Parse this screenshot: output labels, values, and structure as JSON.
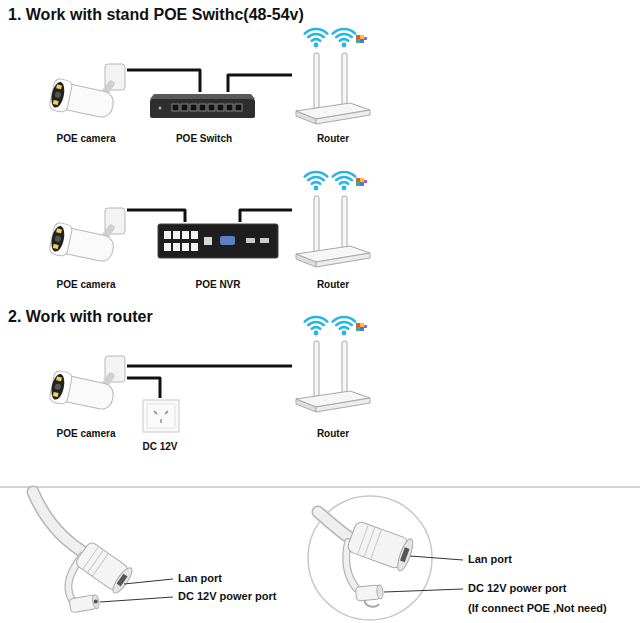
{
  "diagram": {
    "nodes": [
      {
        "text": [
          "POE camera"
        ]
      },
      {
        "text": [
          "POE Switch"
        ]
      },
      {
        "text": [
          "Router"
        ]
      },
      {
        "text": [
          "POE camera"
        ]
      },
      {
        "text": [
          "POE NVR"
        ]
      },
      {
        "text": [
          "Router"
        ]
      },
      {
        "text": [
          "POE camera"
        ]
      },
      {
        "text": [
          "DC 12V"
        ]
      },
      {
        "text": [
          "Router"
        ]
      }
    ],
    "edges": [
      {
        "from": 0,
        "to": 1,
        "arrow": "none"
      },
      {
        "from": 1,
        "to": 2,
        "arrow": "none"
      },
      {
        "from": 3,
        "to": 4,
        "arrow": "none"
      },
      {
        "from": 4,
        "to": 5,
        "arrow": "none"
      },
      {
        "from": 6,
        "to": 8,
        "arrow": "none"
      },
      {
        "from": 6,
        "to": 7,
        "arrow": "none"
      }
    ],
    "labels": [
      "1. Work with stand POE Swithc(48-54v)",
      "2. Work with router",
      "Lan port",
      "DC 12V power port",
      "Lan port",
      "DC 12V power port",
      "(If connect POE ,Not need)"
    ]
  }
}
